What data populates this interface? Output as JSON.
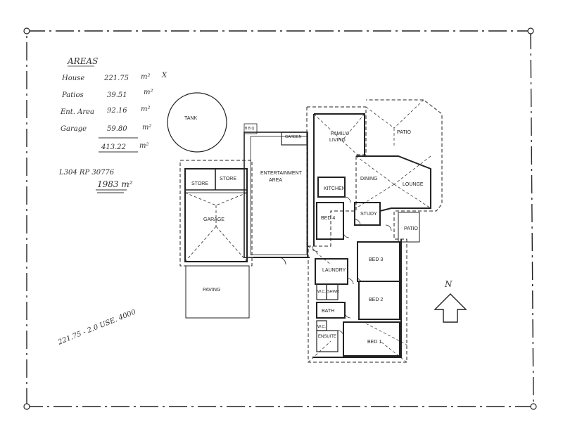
{
  "notes": {
    "heading": "AREAS",
    "rows": [
      {
        "label": "House",
        "value": "221.75",
        "unit": "m²",
        "mark": "X"
      },
      {
        "label": "Patios",
        "value": "39.51",
        "unit": "m²",
        "mark": ""
      },
      {
        "label": "Ent. Area",
        "value": "92.16",
        "unit": "m²",
        "mark": ""
      },
      {
        "label": "Garage",
        "value": "59.80",
        "unit": "m²",
        "mark": ""
      }
    ],
    "total": {
      "value": "413.22",
      "unit": "m²"
    },
    "lot": "L304 RP 30776",
    "lot_area": "1983 m²",
    "diagonal_note": "221.75 - 2.0 USE. 4000"
  },
  "rooms": {
    "tank": "TANK",
    "bbq": "B.B.Q",
    "garden": "GARDEN",
    "family_living_1": "FAMILY/",
    "family_living_2": "LIVING",
    "patio_top": "PATIO",
    "store_1": "STORE",
    "store_2": "STORE",
    "entertainment_1": "ENTERTAINMENT",
    "entertainment_2": "AREA",
    "kitchen": "KITCHEN",
    "dining": "DINING",
    "lounge": "LOUNGE",
    "garage": "GARAGE",
    "bed4": "BED 4",
    "study": "STUDY",
    "patio_side": "PATIO",
    "bed3": "BED 3",
    "laundry": "LAUNDRY",
    "wc1": "W.C.",
    "shower": "SHWR",
    "bed2": "BED 2",
    "bath": "BATH",
    "paving": "PAVING",
    "wc2": "W.C.",
    "ensuite": "ENSUITE",
    "bed1": "BED 1"
  },
  "north": {
    "label": "N"
  }
}
